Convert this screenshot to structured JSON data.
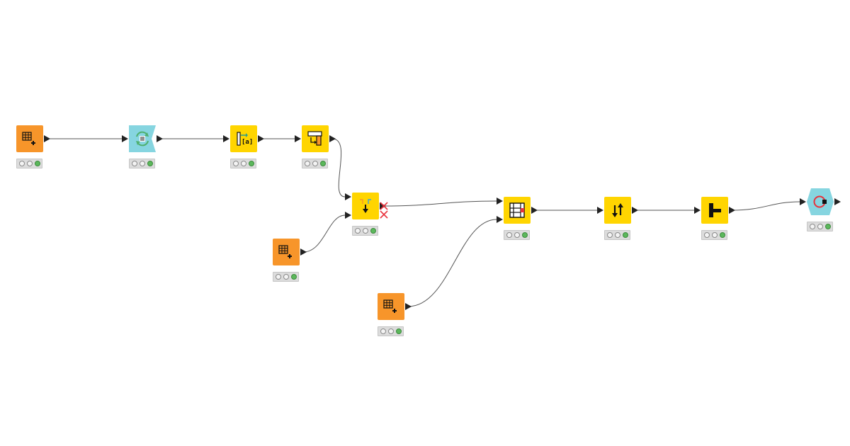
{
  "workflow": {
    "nodes": [
      {
        "id": "n1",
        "type": "source",
        "icon": "table-creator-icon",
        "fill": "#f7952a",
        "status": [
          "idle",
          "idle",
          "executed"
        ]
      },
      {
        "id": "n2",
        "type": "loop-start",
        "icon": "chunk-loop-start-icon",
        "fill": "#86d5e0",
        "status": [
          "idle",
          "idle",
          "executed"
        ]
      },
      {
        "id": "n3",
        "type": "manipulator",
        "icon": "column-rename-icon",
        "fill": "#ffd500",
        "status": [
          "idle",
          "idle",
          "executed"
        ]
      },
      {
        "id": "n4",
        "type": "manipulator",
        "icon": "column-appender-icon",
        "fill": "#ffd500",
        "status": [
          "idle",
          "idle",
          "executed"
        ]
      },
      {
        "id": "n5",
        "type": "manipulator",
        "icon": "concatenate-icon",
        "fill": "#ffd500",
        "status": [
          "idle",
          "idle",
          "executed"
        ]
      },
      {
        "id": "n6",
        "type": "source",
        "icon": "table-creator-icon",
        "fill": "#f7952a",
        "status": [
          "idle",
          "idle",
          "executed"
        ]
      },
      {
        "id": "n7",
        "type": "source",
        "icon": "table-creator-icon",
        "fill": "#f7952a",
        "status": [
          "idle",
          "idle",
          "executed"
        ]
      },
      {
        "id": "n8",
        "type": "manipulator",
        "icon": "joiner-icon",
        "fill": "#ffd500",
        "status": [
          "idle",
          "idle",
          "executed"
        ]
      },
      {
        "id": "n9",
        "type": "manipulator",
        "icon": "sorter-icon",
        "fill": "#ffd500",
        "status": [
          "idle",
          "idle",
          "executed"
        ]
      },
      {
        "id": "n10",
        "type": "manipulator",
        "icon": "column-filter-icon",
        "fill": "#ffd500",
        "status": [
          "idle",
          "idle",
          "executed"
        ]
      },
      {
        "id": "n11",
        "type": "loop-end",
        "icon": "loop-end-icon",
        "fill": "#86d5e0",
        "status": [
          "idle",
          "idle",
          "executed"
        ]
      }
    ],
    "connections": [
      {
        "from": "n1",
        "to": "n2"
      },
      {
        "from": "n2",
        "to": "n3"
      },
      {
        "from": "n3",
        "to": "n4"
      },
      {
        "from": "n4",
        "to": "n5",
        "port": 1
      },
      {
        "from": "n6",
        "to": "n5",
        "port": 2
      },
      {
        "from": "n5",
        "to": "n8",
        "port": 1
      },
      {
        "from": "n7",
        "to": "n8",
        "port": 2
      },
      {
        "from": "n8",
        "to": "n9"
      },
      {
        "from": "n9",
        "to": "n10"
      },
      {
        "from": "n10",
        "to": "n11"
      }
    ],
    "colors": {
      "executed": "#5cb85c",
      "idle": "#f4f4f4",
      "connection": "#555555",
      "inactive_port": "#e8323c"
    }
  }
}
